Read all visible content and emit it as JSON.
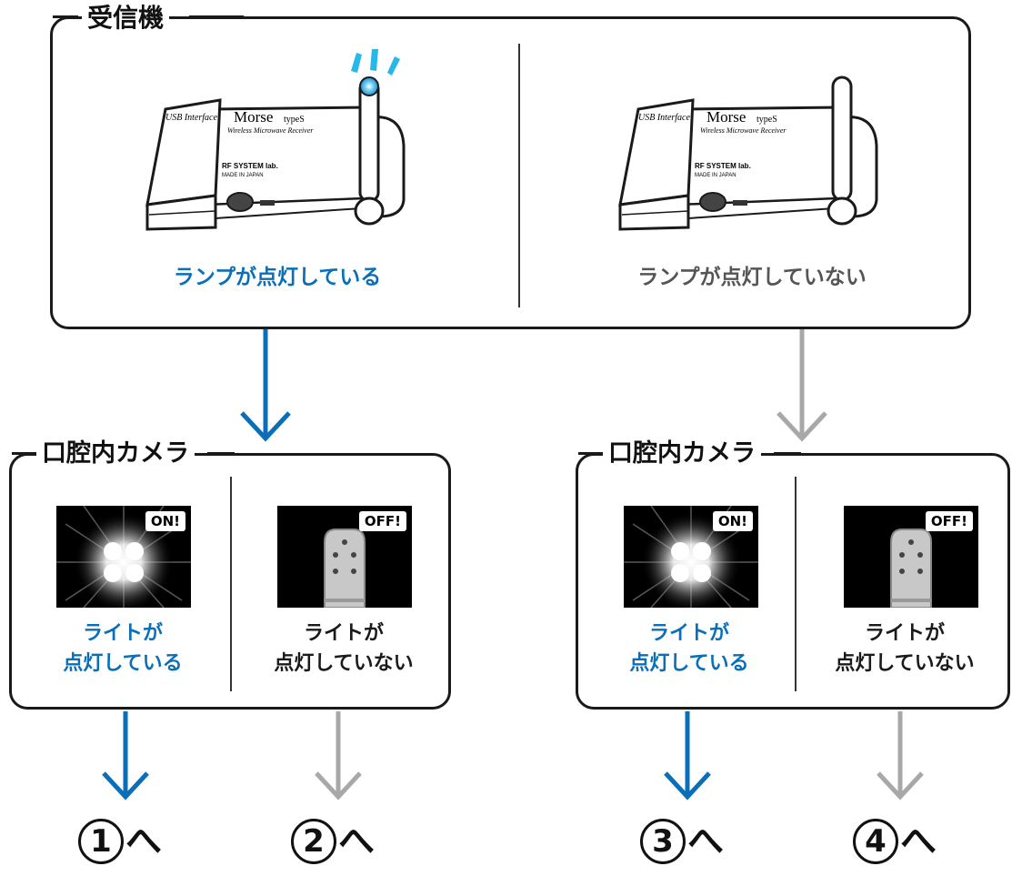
{
  "receiver": {
    "title": "受信機",
    "device_label_interface": "USB Interface",
    "device_label_brand": "Morse",
    "device_label_type": "typeS",
    "device_label_sub": "Wireless Microwave Receiver",
    "device_label_maker": "RF SYSTEM lab.",
    "device_label_origin": "MADE IN JAPAN",
    "lamp_on_caption": "ランプが点灯している",
    "lamp_off_caption": "ランプが点灯していない"
  },
  "camera_panels": [
    {
      "title": "口腔内カメラ",
      "on_badge": "ON!",
      "off_badge": "OFF!",
      "on_caption_1": "ライトが",
      "on_caption_2": "点灯している",
      "off_caption_1": "ライトが",
      "off_caption_2": "点灯していない"
    },
    {
      "title": "口腔内カメラ",
      "on_badge": "ON!",
      "off_badge": "OFF!",
      "on_caption_1": "ライトが",
      "on_caption_2": "点灯している",
      "off_caption_1": "ライトが",
      "off_caption_2": "点灯していない"
    }
  ],
  "results": [
    {
      "number": "1",
      "suffix": "へ"
    },
    {
      "number": "2",
      "suffix": "へ"
    },
    {
      "number": "3",
      "suffix": "へ"
    },
    {
      "number": "4",
      "suffix": "へ"
    }
  ],
  "colors": {
    "blue": "#0a6fb8",
    "gray": "#a8a8a8",
    "border": "#1a1a1a",
    "lamp_glow": "#27b7e8"
  }
}
